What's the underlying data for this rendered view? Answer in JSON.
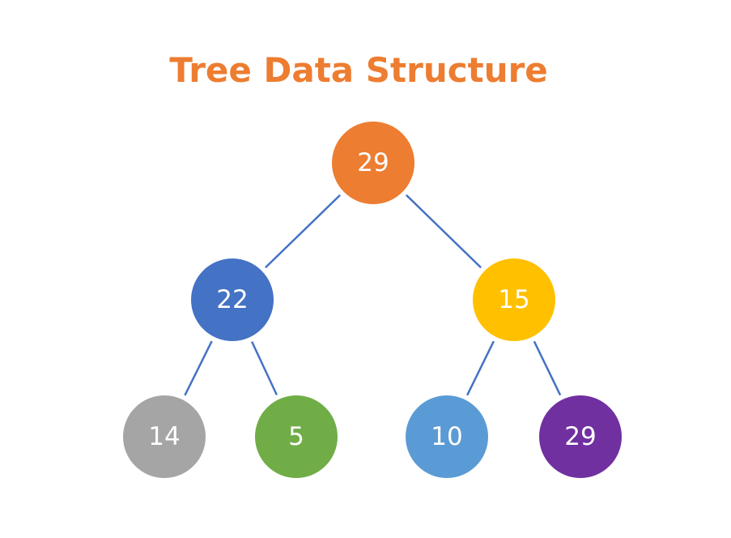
{
  "diagram": {
    "title": "Tree Data Structure",
    "title_color": "#ED7D31",
    "edge_color": "#4472C4",
    "nodes": [
      {
        "id": "root",
        "value": "29",
        "color": "#ED7D31"
      },
      {
        "id": "left",
        "value": "22",
        "color": "#4472C4"
      },
      {
        "id": "right",
        "value": "15",
        "color": "#FFC000"
      },
      {
        "id": "left-left",
        "value": "14",
        "color": "#A5A5A5"
      },
      {
        "id": "left-right",
        "value": "5",
        "color": "#70AD47"
      },
      {
        "id": "right-left",
        "value": "10",
        "color": "#5B9BD5"
      },
      {
        "id": "right-right",
        "value": "29",
        "color": "#7030A0"
      }
    ],
    "edges": [
      {
        "from": "root",
        "to": "left"
      },
      {
        "from": "root",
        "to": "right"
      },
      {
        "from": "left",
        "to": "left-left"
      },
      {
        "from": "left",
        "to": "left-right"
      },
      {
        "from": "right",
        "to": "right-left"
      },
      {
        "from": "right",
        "to": "right-right"
      }
    ]
  }
}
